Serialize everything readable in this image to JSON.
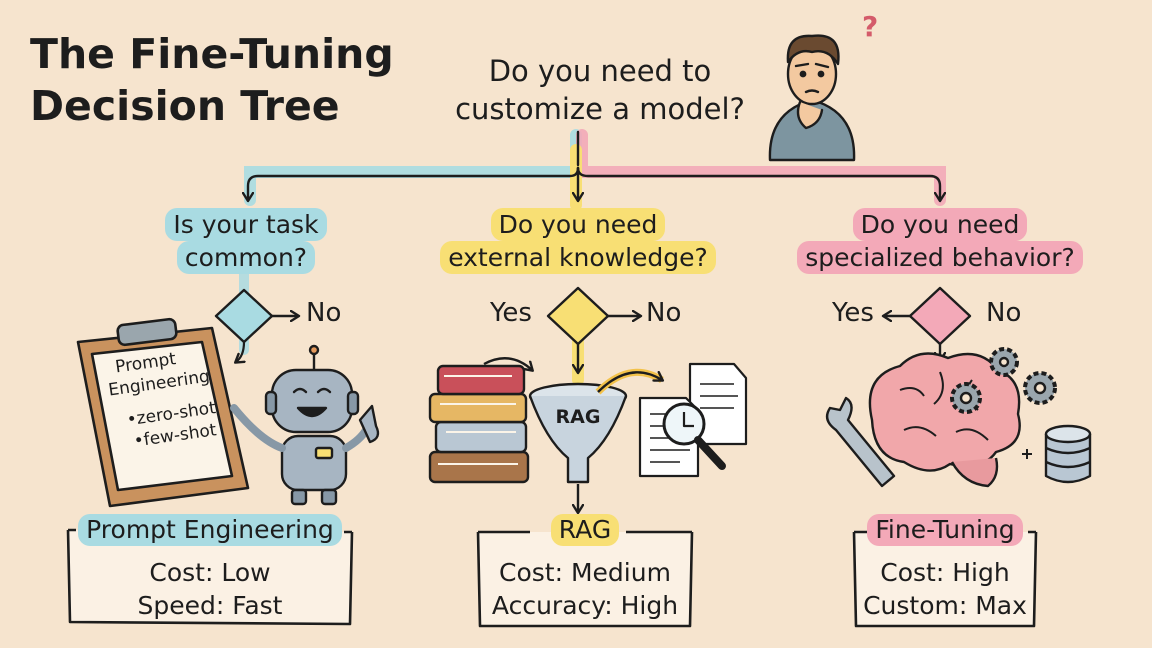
{
  "title": [
    "The Fine-Tuning",
    "Decision Tree"
  ],
  "main_question": [
    "Do you need to",
    "customize a model?"
  ],
  "branches": [
    {
      "question": [
        "Is your task",
        "common?"
      ],
      "no_label": "No",
      "result": {
        "title": "Prompt Engineering",
        "lines": [
          "Cost: Low",
          "Speed: Fast"
        ]
      },
      "clipboard": {
        "title": [
          "Prompt",
          "Engineering"
        ],
        "items": [
          "•zero-shot",
          "•few-shot"
        ]
      }
    },
    {
      "question": [
        "Do you need",
        "external knowledge?"
      ],
      "yes_label": "Yes",
      "no_label": "No",
      "funnel_label": "RAG",
      "result": {
        "title": "RAG",
        "lines": [
          "Cost: Medium",
          "Accuracy: High"
        ]
      }
    },
    {
      "question": [
        "Do you need",
        "specialized behavior?"
      ],
      "yes_label": "Yes",
      "no_label": "No",
      "result": {
        "title": "Fine-Tuning",
        "lines": [
          "Cost: High",
          "Custom: Max"
        ]
      }
    }
  ],
  "thinking_mark": "?",
  "colors": {
    "background": "#f6e4ce",
    "blue": "#a9dbe2",
    "yellow": "#f8df74",
    "pink": "#f3a9b8",
    "ink": "#1d1d1d"
  }
}
